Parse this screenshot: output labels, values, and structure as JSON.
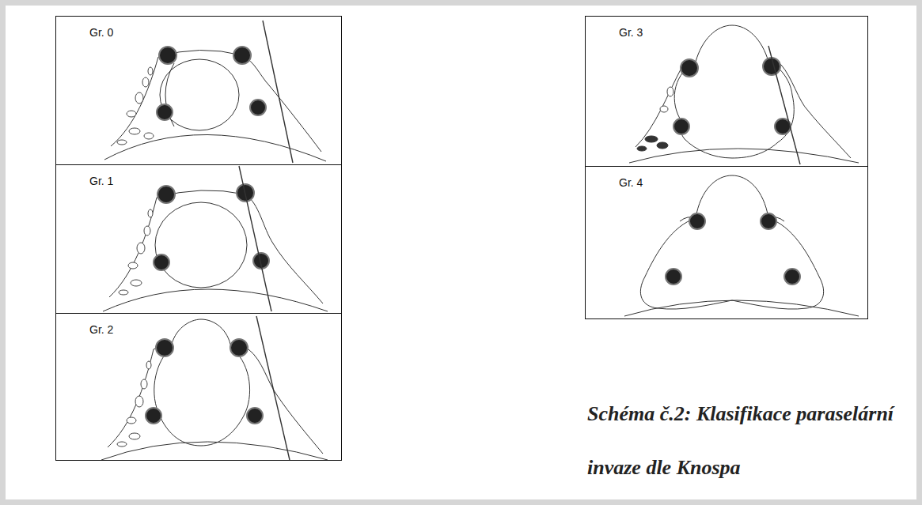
{
  "diagram": {
    "caption": "Schéma č.2: Klasifikace paraselární invaze dle Knospa",
    "nodes": [
      {
        "text": [
          "Gr. 0"
        ]
      },
      {
        "text": [
          "Gr. 1"
        ]
      },
      {
        "text": [
          "Gr. 2"
        ]
      },
      {
        "text": [
          "Gr. 3"
        ]
      },
      {
        "text": [
          "Gr. 4"
        ]
      }
    ]
  }
}
